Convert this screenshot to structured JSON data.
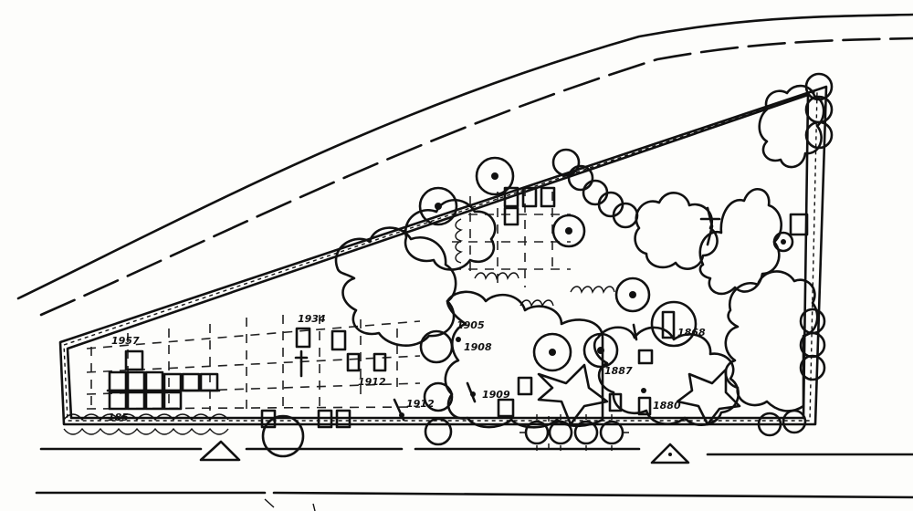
{
  "plan_labels": {
    "l1957": "1957",
    "l1934": "1934",
    "l1905": "1905",
    "l1908": "1908",
    "l1868": "1868",
    "l1912a": "1912",
    "l1887": "1887",
    "l1909": "1909",
    "l1912b": "1912",
    "l1880": "1880",
    "l185": "185"
  }
}
